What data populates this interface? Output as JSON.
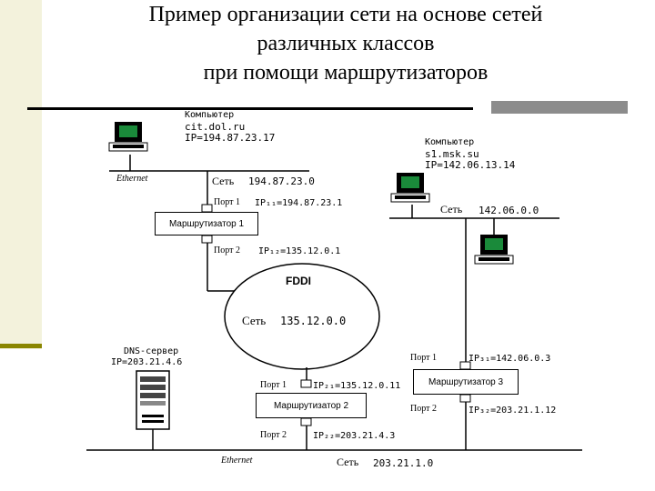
{
  "title": {
    "line1": "Пример организации сети на основе сетей",
    "line2": "различных классов",
    "line3": "при помощи маршрутизаторов"
  },
  "nodes": {
    "comp1": {
      "type": "Компьютер",
      "name": "cit.dol.ru",
      "ip": "IP=194.87.23.17"
    },
    "comp2": {
      "type": "Компьютер",
      "name": "s1.msk.su",
      "ip": "IP=142.06.13.14"
    },
    "dns": {
      "type": "DNS-сервер",
      "ip": "IP=203.21.4.6"
    }
  },
  "networks": {
    "net1": {
      "label": "Сеть",
      "address": "194.87.23.0",
      "medium": "Ethernet"
    },
    "net2": {
      "label": "Сеть",
      "address": "142.06.0.0"
    },
    "fddi": {
      "medium": "FDDI",
      "label": "Сеть",
      "address": "135.12.0.0"
    },
    "net4": {
      "label": "Сеть",
      "address": "203.21.1.0",
      "medium": "Ethernet"
    }
  },
  "routers": {
    "r1": {
      "name": "Маршрутизатор 1",
      "port1": "Порт 1",
      "ip1": "IP₁₁=194.87.23.1",
      "port2": "Порт 2",
      "ip2": "IP₁₂=135.12.0.1"
    },
    "r2": {
      "name": "Маршрутизатор 2",
      "port1": "Порт 1",
      "ip1": "IP₂₁=135.12.0.11",
      "port2": "Порт 2",
      "ip2": "IP₂₂=203.21.4.3"
    },
    "r3": {
      "name": "Маршрутизатор 3",
      "port1": "Порт 1",
      "ip1": "IP₃₁=142.06.0.3",
      "port2": "Порт 2",
      "ip2": "IP₃₂=203.21.1.12"
    }
  }
}
